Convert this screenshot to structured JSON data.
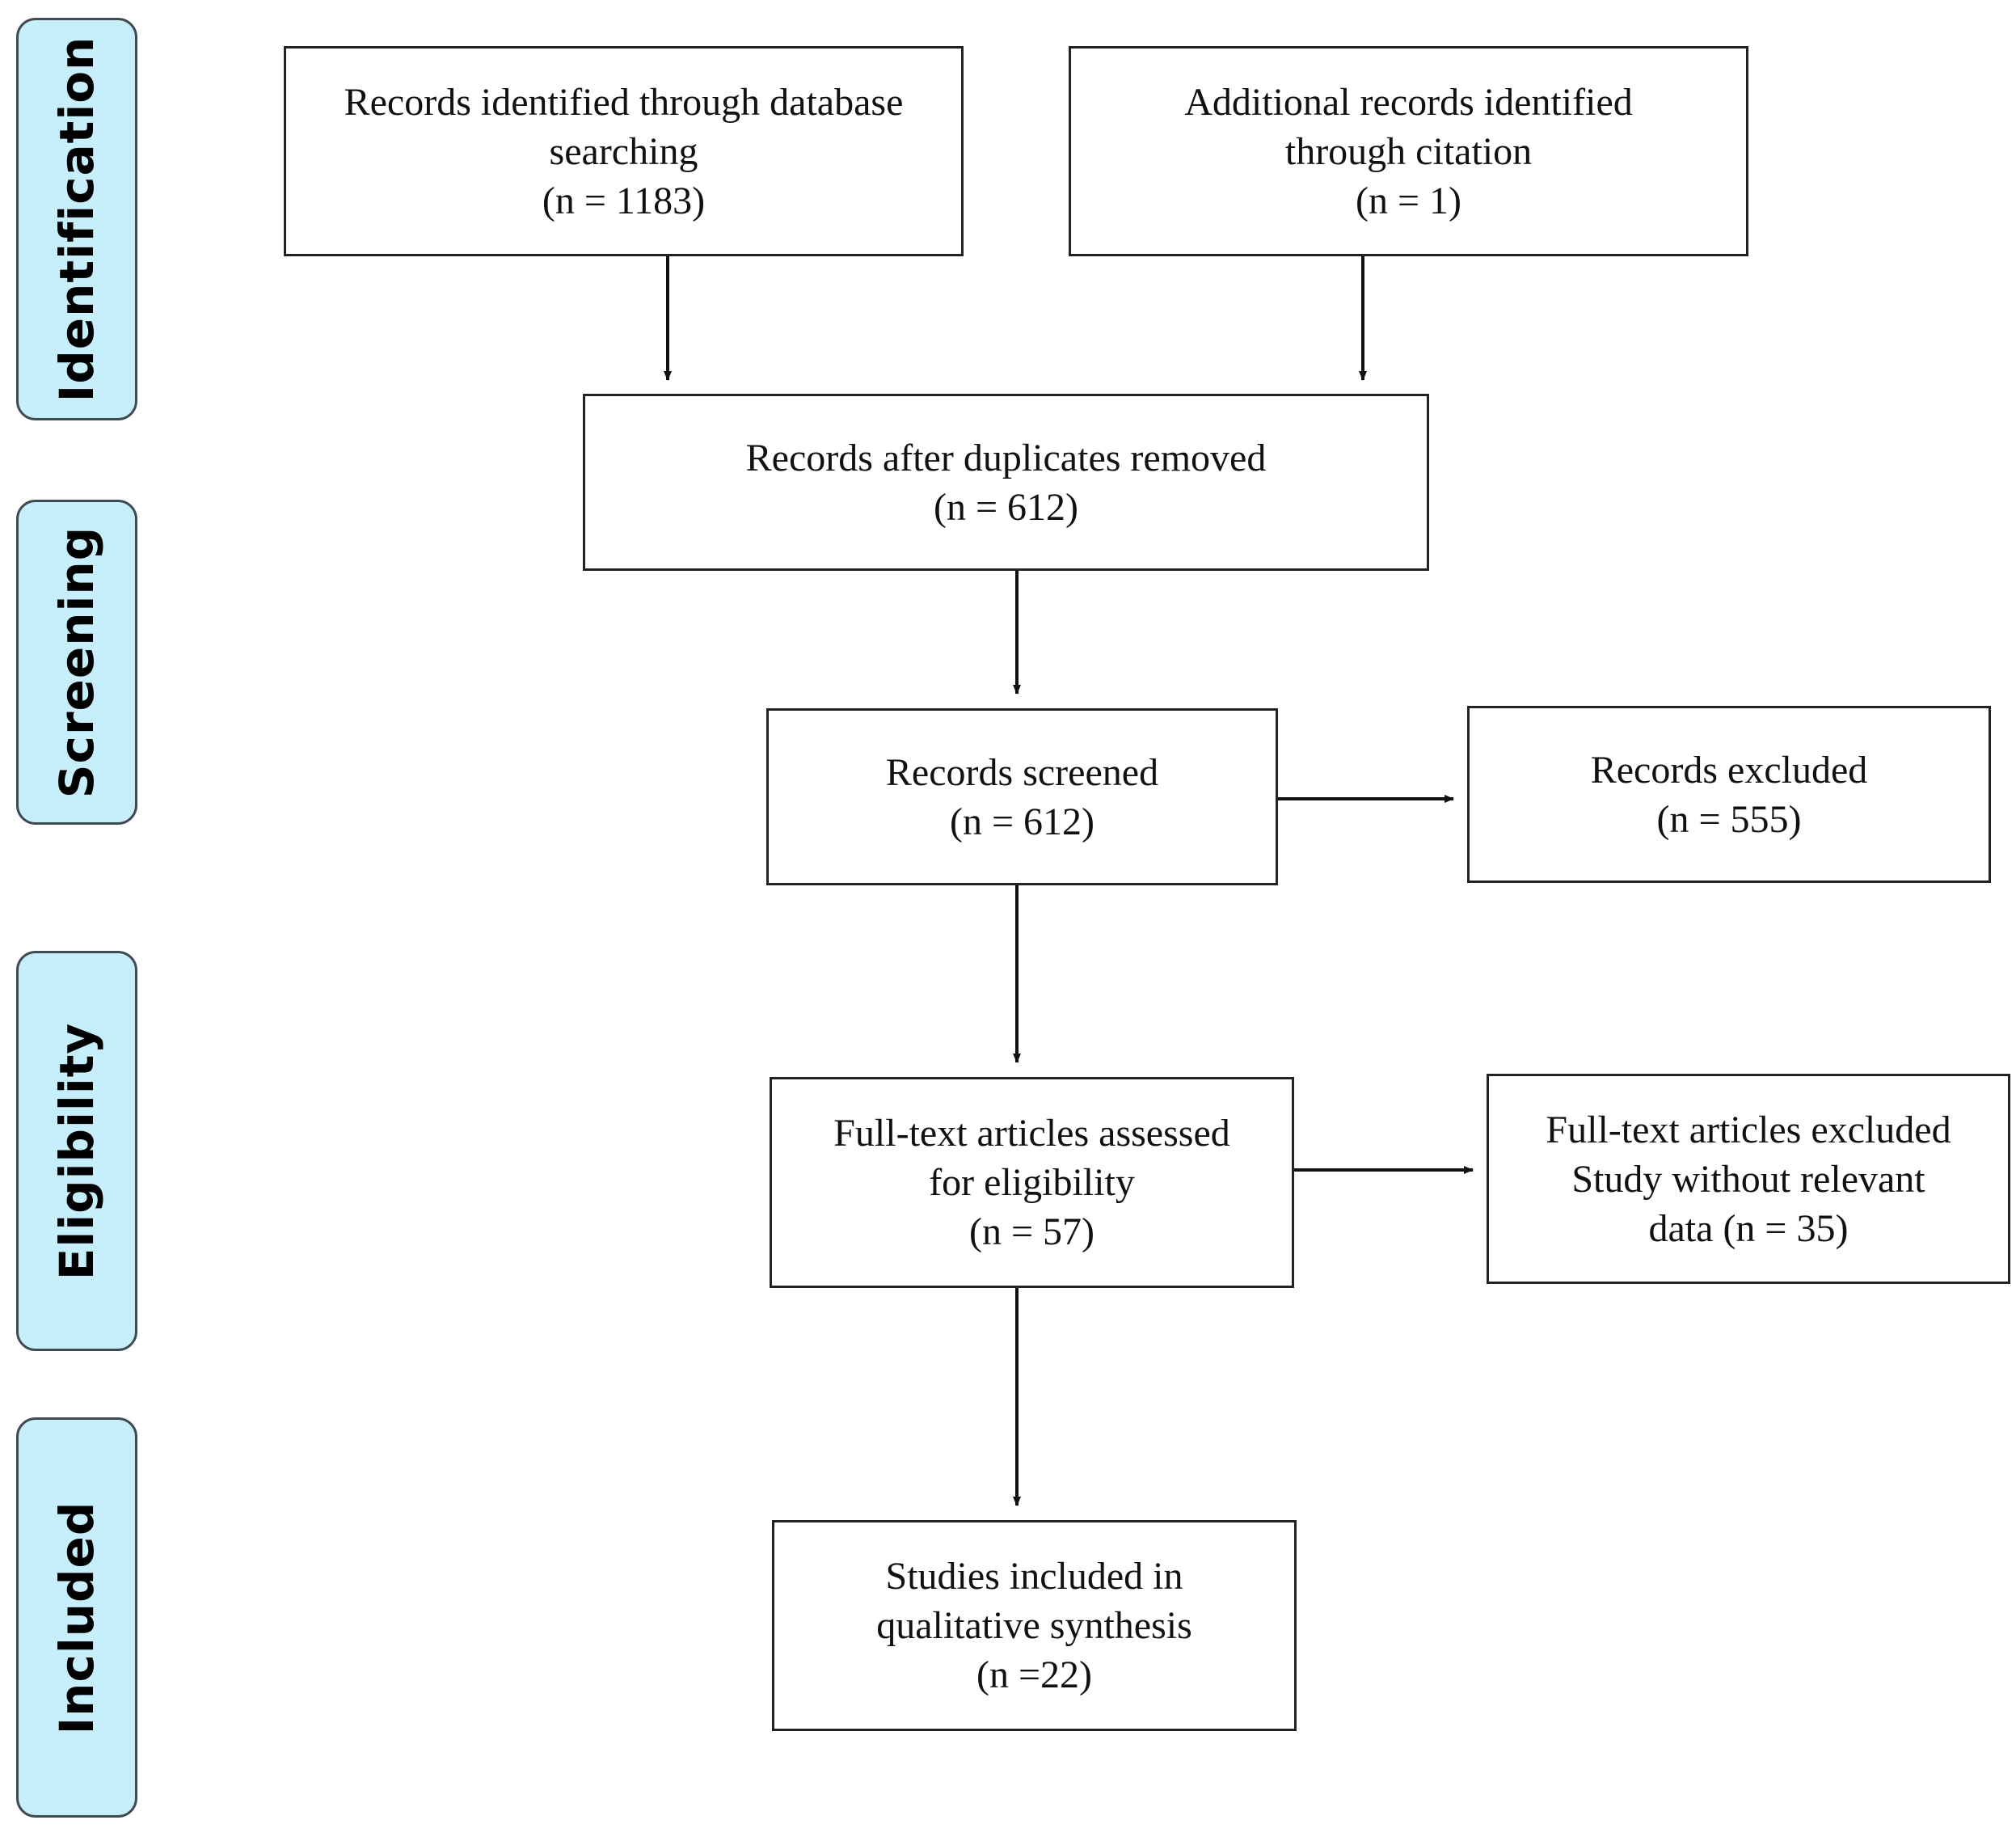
{
  "stages": {
    "identification": "Identification",
    "screening": "Screening",
    "eligibility": "Eligibility",
    "included": "Included"
  },
  "boxes": {
    "database_records": {
      "line1": "Records identified through database",
      "line2": "searching",
      "count": "(n = 1183)"
    },
    "citation_records": {
      "line1": "Additional records identified",
      "line2": "through citation",
      "count": "(n = 1)"
    },
    "duplicates_removed": {
      "line1": "Records after duplicates removed",
      "count": "(n = 612)"
    },
    "records_screened": {
      "line1": "Records screened",
      "count": "(n = 612)"
    },
    "records_excluded": {
      "line1": "Records excluded",
      "count": "(n = 555)"
    },
    "fulltext_assessed": {
      "line1": "Full-text articles assessed",
      "line2": "for eligibility",
      "count": "(n = 57)"
    },
    "fulltext_excluded": {
      "line1": "Full-text articles excluded",
      "line2": "Study without relevant",
      "line3": "data (n = 35)"
    },
    "studies_included": {
      "line1": "Studies included in",
      "line2": "qualitative synthesis",
      "count": "(n =22)"
    }
  },
  "colors": {
    "stage_fill": "#c6eefb",
    "stage_border": "#3f4a52",
    "box_border": "#222222",
    "arrow": "#111111"
  }
}
